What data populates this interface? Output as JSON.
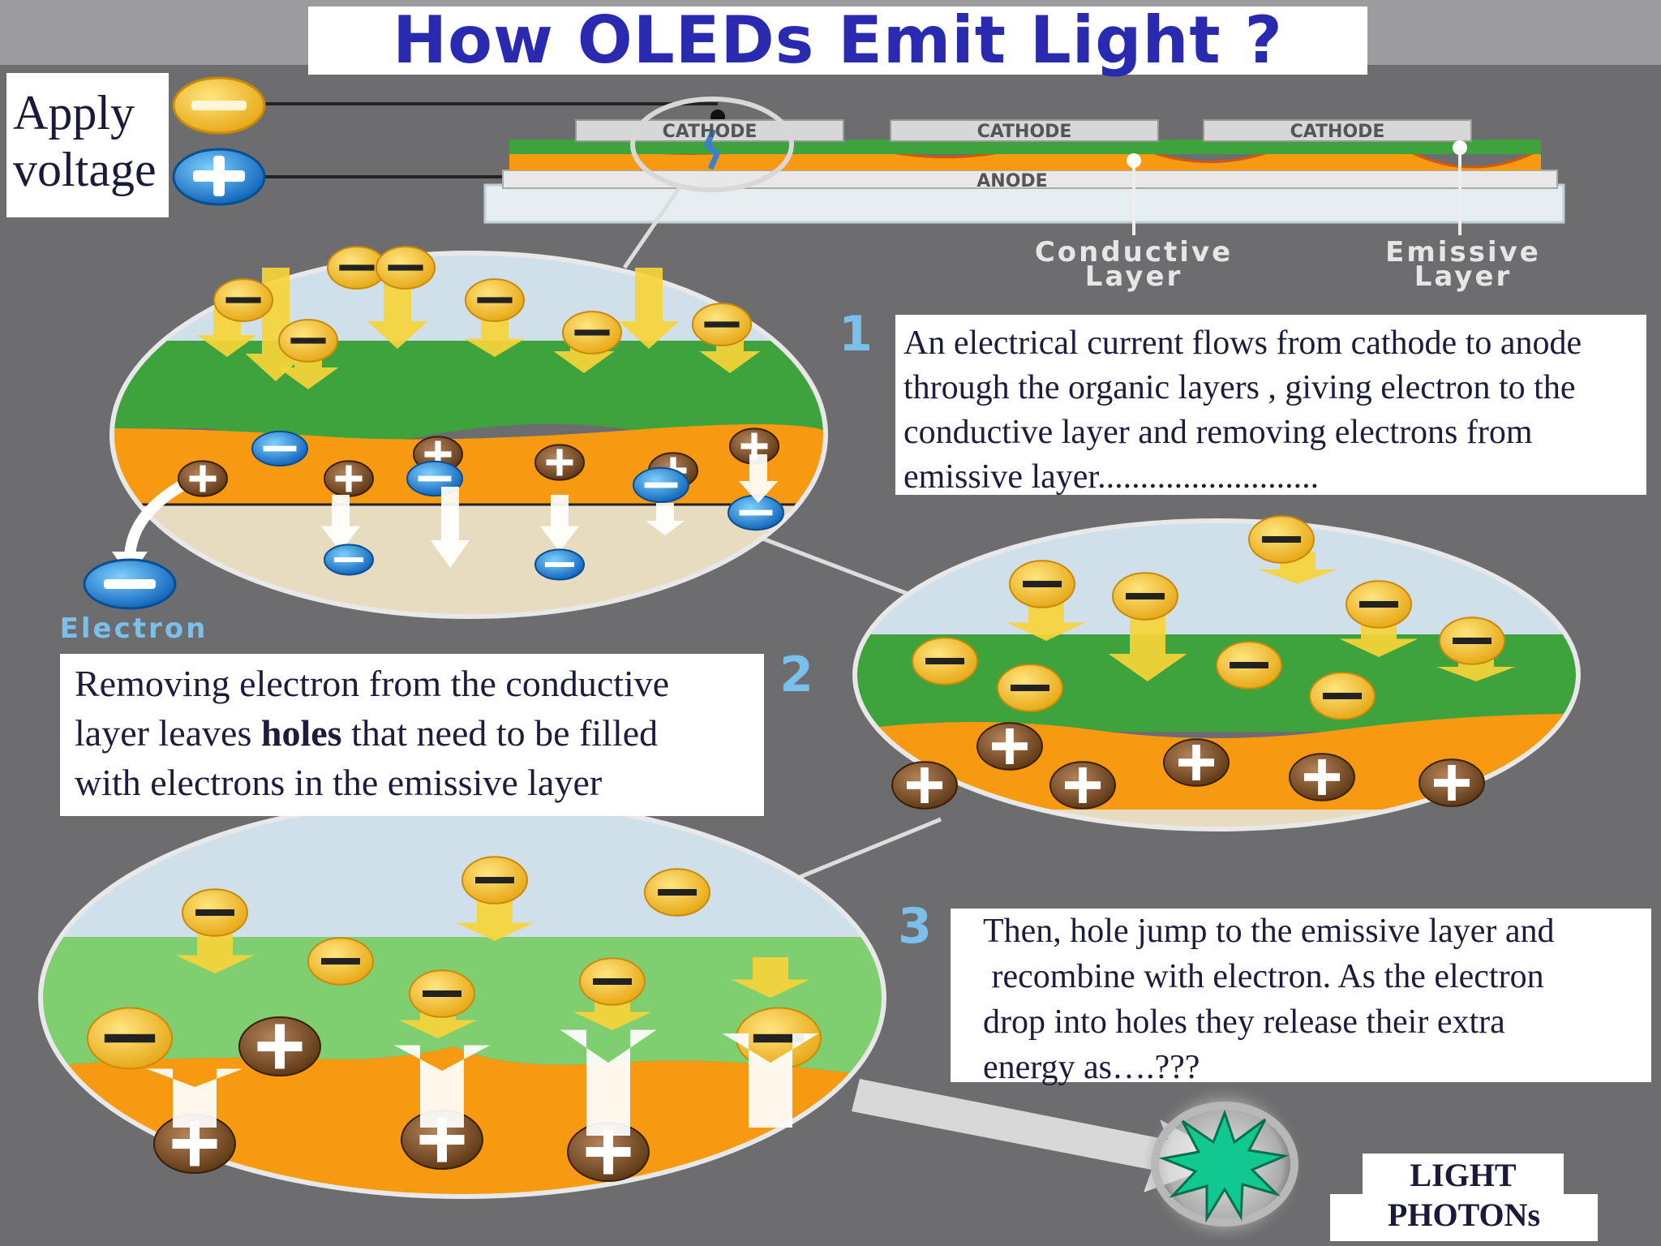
{
  "title": "How OLEDs Emit Light ?",
  "voltage": {
    "line1": "Apply",
    "line2": "voltage"
  },
  "device": {
    "cathode_labels": [
      "CATHODE",
      "CATHODE",
      "CATHODE"
    ],
    "anode_label": "ANODE",
    "conductive_label": [
      "Conductive",
      "Layer"
    ],
    "emissive_label": [
      "Emissive",
      "Layer"
    ]
  },
  "electron_label": "Electron",
  "steps": [
    {
      "number": "1",
      "lines": [
        "An electrical current flows from cathode to anode",
        "through the organic layers , giving electron to the",
        "conductive layer and removing electrons from",
        "emissive layer.........................."
      ]
    },
    {
      "number": "2",
      "line1": "Removing electron from the conductive",
      "line2_pre": "layer leaves ",
      "line2_bold": "holes",
      "line2_post": " that need to be filled",
      "line3": "with electrons in the emissive layer"
    },
    {
      "number": "3",
      "lines": [
        "Then, hole jump to the emissive layer and",
        " recombine with electron. As the electron",
        "drop into holes they release their extra",
        "energy as….???"
      ]
    }
  ],
  "photons": {
    "line1": "LIGHT",
    "line2": "PHOTONs"
  },
  "colors": {
    "title": "#2a2ab0",
    "background": "#6d6d6f",
    "green_layer": "#3ea33c",
    "orange_layer": "#f79a12",
    "electron": "#f2c21a",
    "hole": "#8a5a2a",
    "blue_electron": "#1f7fd0",
    "star": "#10c890"
  }
}
